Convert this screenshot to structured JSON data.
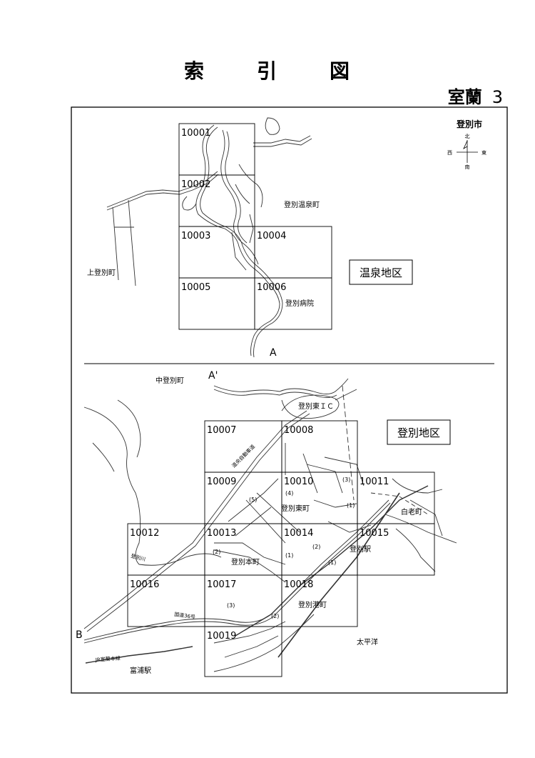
{
  "header": {
    "title_chars": [
      "索",
      "引",
      "図"
    ],
    "region": "室蘭",
    "sheet": "3"
  },
  "compass": {
    "city": "登別市",
    "north": "北",
    "south": "南",
    "east": "東",
    "west": "西"
  },
  "onsen": {
    "district_label": "温泉地区",
    "places": {
      "onsen_town": "登別温泉町",
      "kami_town": "上登別町",
      "hospital": "登別病院"
    },
    "marker": "A",
    "cells": [
      "10001",
      "10002",
      "10003",
      "10004",
      "10005",
      "10006"
    ]
  },
  "noboribetsu": {
    "district_label": "登別地区",
    "marker_a": "A'",
    "marker_b": "B",
    "places": {
      "naka_town": "中登別町",
      "ic": "登別東ＩＣ",
      "expressway": "道央自動車道",
      "higashi_town": "登別東町",
      "shiroi_town": "白老町",
      "hon_town": "登別本町",
      "station": "登別駅",
      "river": "登別川",
      "route36": "国道36号",
      "port_town": "登別港町",
      "pacific": "太平洋",
      "jr_line": "JR室蘭本線",
      "tomiura_station": "富浦駅"
    },
    "parens": {
      "p1": "(1)",
      "p2": "(2)",
      "p3": "(3)",
      "p4": "(4)",
      "p5": "(5)"
    },
    "cells": [
      "10007",
      "10008",
      "10009",
      "10010",
      "10011",
      "10012",
      "10013",
      "10014",
      "10015",
      "10016",
      "10017",
      "10018",
      "10019"
    ]
  }
}
